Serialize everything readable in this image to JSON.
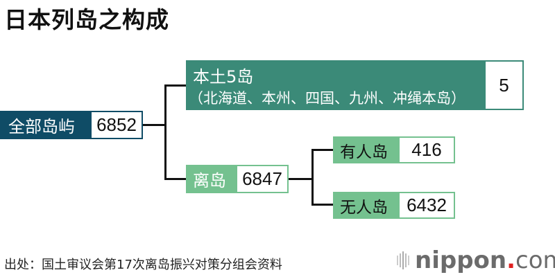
{
  "title": "日本列岛之构成",
  "colors": {
    "root": "#0f4c66",
    "mainland": "#3b8a78",
    "remote": "#74c18f",
    "line": "#111111"
  },
  "root": {
    "label": "全部岛屿",
    "value": "6852"
  },
  "mainland": {
    "label": "本土5岛",
    "detail": "（北海道、本州、四国、九州、冲绳本岛）",
    "value": "5"
  },
  "remote": {
    "label": "离岛",
    "value": "6847"
  },
  "inhabited": {
    "label": "有人岛",
    "value": "416"
  },
  "uninhabited": {
    "label": "无人岛",
    "value": "6432"
  },
  "footer": "出处：国土审议会第17次离岛振兴对策分组会资料",
  "logo": {
    "name": "nippon",
    "dot": ".",
    "suffix": "com"
  }
}
